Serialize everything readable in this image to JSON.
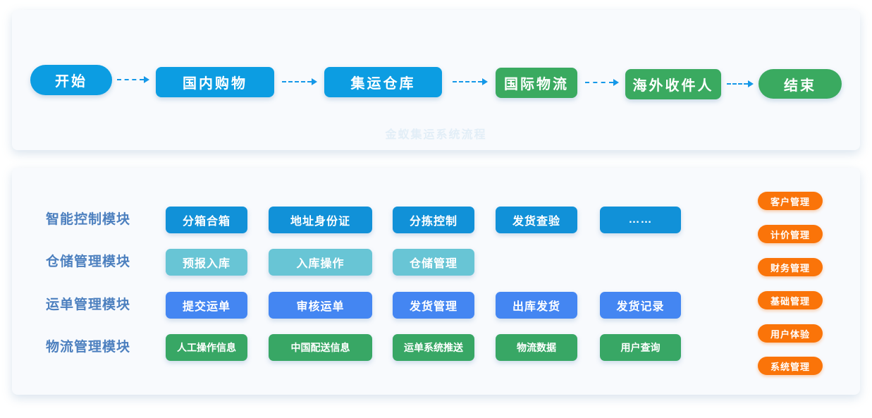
{
  "flow_panel": {
    "watermark": "金蚁集运系统流程",
    "nodes": [
      {
        "label": "开始",
        "theme": "blue",
        "shape": "pill"
      },
      {
        "label": "国内购物",
        "theme": "blue",
        "shape": "rect"
      },
      {
        "label": "集运仓库",
        "theme": "blue",
        "shape": "rect"
      },
      {
        "label": "国际物流",
        "theme": "green",
        "shape": "rect"
      },
      {
        "label": "海外收件人",
        "theme": "green",
        "shape": "rect"
      },
      {
        "label": "结束",
        "theme": "green",
        "shape": "pill"
      }
    ]
  },
  "modules_panel": {
    "rows": [
      {
        "label": "智能控制模块",
        "theme": "azure",
        "items": [
          "分箱合箱",
          "地址身份证",
          "分拣控制",
          "发货查验",
          "……"
        ]
      },
      {
        "label": "仓储管理模块",
        "theme": "teal",
        "items": [
          "预报入库",
          "入库操作",
          "仓储管理"
        ]
      },
      {
        "label": "运单管理模块",
        "theme": "blue",
        "items": [
          "提交运单",
          "审核运单",
          "发货管理",
          "出库发货",
          "发货记录"
        ]
      },
      {
        "label": "物流管理模块",
        "theme": "green",
        "items": [
          "人工操作信息",
          "中国配送信息",
          "运单系统推送",
          "物流数据",
          "用户查询"
        ]
      }
    ],
    "side_items": [
      "客户管理",
      "计价管理",
      "财务管理",
      "基础管理",
      "用户体验",
      "系统管理"
    ]
  },
  "colors": {
    "flow_blue": "#0c9de2",
    "flow_green": "#3aaa60",
    "azure": "#1191d8",
    "teal": "#68c5d5",
    "blue": "#4486f2",
    "green": "#38a765",
    "orange": "#fa7409",
    "arrow": "#1598e8",
    "row_label": "#4d80bf",
    "watermark": "#e2eef7"
  }
}
